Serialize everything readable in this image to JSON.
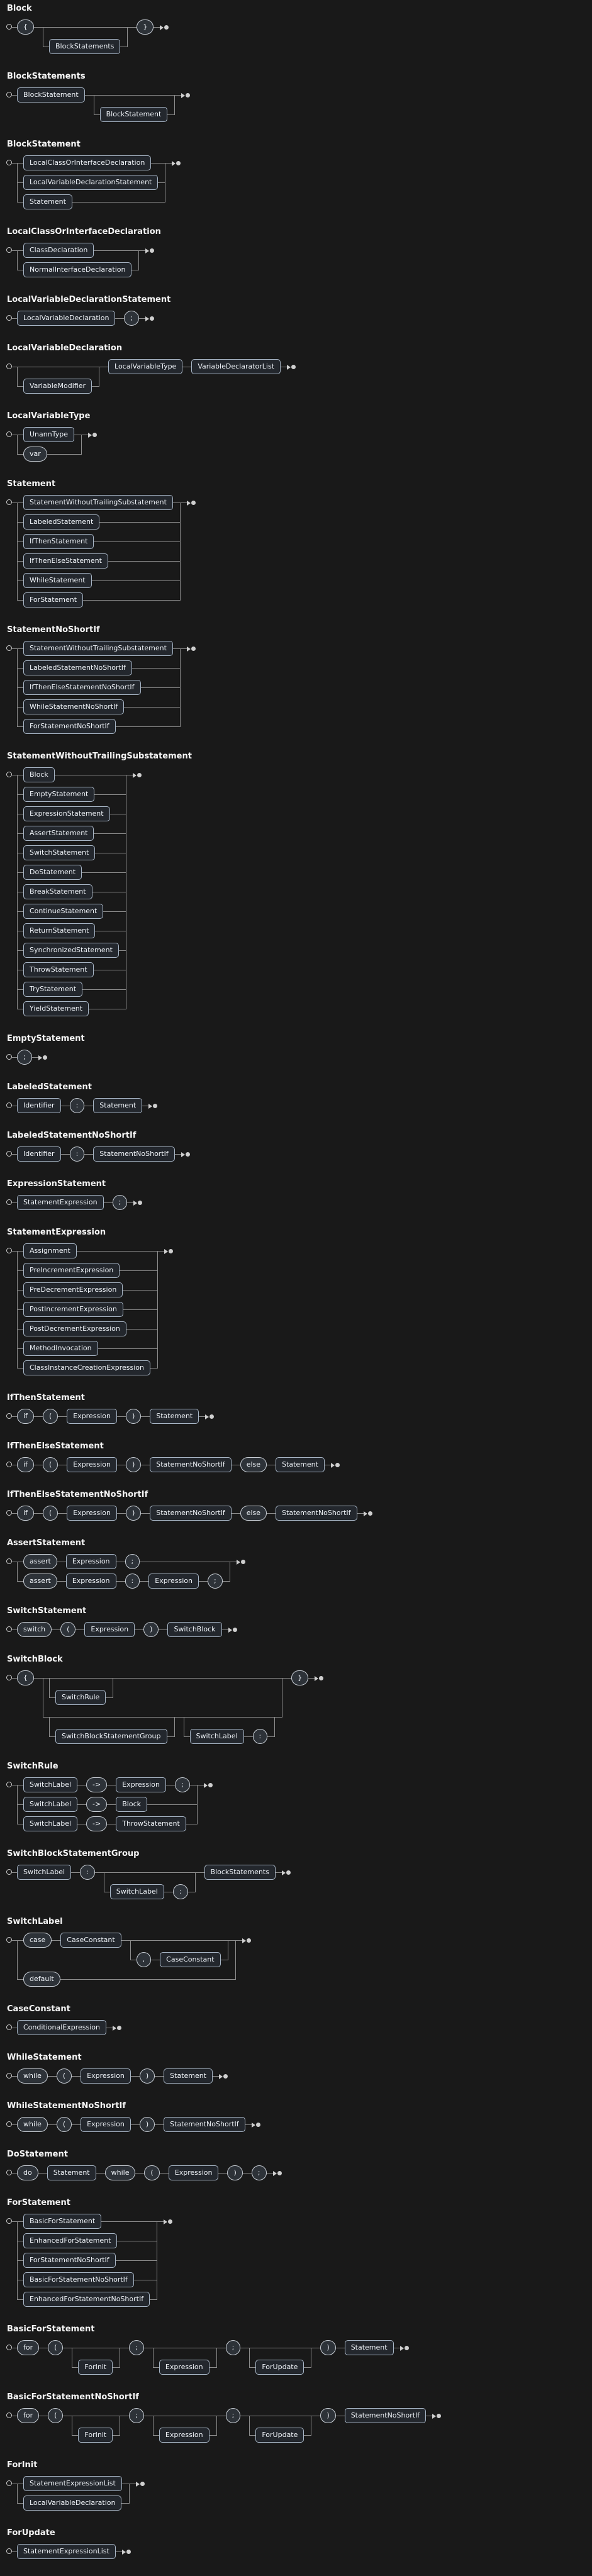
{
  "theme": {
    "bg": "#191919",
    "line": "#8d8d8d",
    "title": "#f5f5f5",
    "nt-border": "#a8b6c6",
    "nt-bg": "#23272d",
    "t-border": "#c9cfd6",
    "t-bg": "#2d3238",
    "text": "#eef2f7",
    "marker": "#cfcfcf"
  },
  "rules": [
    {
      "name": "Block",
      "d": {
        "seq": [
          {
            "t": "{"
          },
          {
            "opt": {
              "nt": "BlockStatements"
            }
          },
          {
            "t": "}"
          }
        ]
      }
    },
    {
      "name": "BlockStatements",
      "d": {
        "seq": [
          {
            "nt": "BlockStatement"
          },
          {
            "rep": {
              "nt": "BlockStatement"
            }
          }
        ]
      }
    },
    {
      "name": "BlockStatement",
      "d": {
        "or": [
          {
            "nt": "LocalClassOrInterfaceDeclaration"
          },
          {
            "nt": "LocalVariableDeclarationStatement"
          },
          {
            "nt": "Statement"
          }
        ]
      }
    },
    {
      "name": "LocalClassOrInterfaceDeclaration",
      "d": {
        "or": [
          {
            "nt": "ClassDeclaration"
          },
          {
            "nt": "NormalInterfaceDeclaration"
          }
        ]
      }
    },
    {
      "name": "LocalVariableDeclarationStatement",
      "d": {
        "seq": [
          {
            "nt": "LocalVariableDeclaration"
          },
          {
            "t": ";"
          }
        ]
      }
    },
    {
      "name": "LocalVariableDeclaration",
      "d": {
        "seq": [
          {
            "rep": {
              "nt": "VariableModifier"
            }
          },
          {
            "nt": "LocalVariableType"
          },
          {
            "nt": "VariableDeclaratorList"
          }
        ]
      }
    },
    {
      "name": "LocalVariableType",
      "d": {
        "or": [
          {
            "nt": "UnannType"
          },
          {
            "t": "var"
          }
        ]
      }
    },
    {
      "name": "Statement",
      "d": {
        "or": [
          {
            "nt": "StatementWithoutTrailingSubstatement"
          },
          {
            "nt": "LabeledStatement"
          },
          {
            "nt": "IfThenStatement"
          },
          {
            "nt": "IfThenElseStatement"
          },
          {
            "nt": "WhileStatement"
          },
          {
            "nt": "ForStatement"
          }
        ]
      }
    },
    {
      "name": "StatementNoShortIf",
      "d": {
        "or": [
          {
            "nt": "StatementWithoutTrailingSubstatement"
          },
          {
            "nt": "LabeledStatementNoShortIf"
          },
          {
            "nt": "IfThenElseStatementNoShortIf"
          },
          {
            "nt": "WhileStatementNoShortIf"
          },
          {
            "nt": "ForStatementNoShortIf"
          }
        ]
      }
    },
    {
      "name": "StatementWithoutTrailingSubstatement",
      "d": {
        "or": [
          {
            "nt": "Block"
          },
          {
            "nt": "EmptyStatement"
          },
          {
            "nt": "ExpressionStatement"
          },
          {
            "nt": "AssertStatement"
          },
          {
            "nt": "SwitchStatement"
          },
          {
            "nt": "DoStatement"
          },
          {
            "nt": "BreakStatement"
          },
          {
            "nt": "ContinueStatement"
          },
          {
            "nt": "ReturnStatement"
          },
          {
            "nt": "SynchronizedStatement"
          },
          {
            "nt": "ThrowStatement"
          },
          {
            "nt": "TryStatement"
          },
          {
            "nt": "YieldStatement"
          }
        ]
      }
    },
    {
      "name": "EmptyStatement",
      "d": {
        "seq": [
          {
            "t": ";"
          }
        ]
      }
    },
    {
      "name": "LabeledStatement",
      "d": {
        "seq": [
          {
            "nt": "Identifier"
          },
          {
            "t": ":"
          },
          {
            "nt": "Statement"
          }
        ]
      }
    },
    {
      "name": "LabeledStatementNoShortIf",
      "d": {
        "seq": [
          {
            "nt": "Identifier"
          },
          {
            "t": ":"
          },
          {
            "nt": "StatementNoShortIf"
          }
        ]
      }
    },
    {
      "name": "ExpressionStatement",
      "d": {
        "seq": [
          {
            "nt": "StatementExpression"
          },
          {
            "t": ";"
          }
        ]
      }
    },
    {
      "name": "StatementExpression",
      "d": {
        "or": [
          {
            "nt": "Assignment"
          },
          {
            "nt": "PreIncrementExpression"
          },
          {
            "nt": "PreDecrementExpression"
          },
          {
            "nt": "PostIncrementExpression"
          },
          {
            "nt": "PostDecrementExpression"
          },
          {
            "nt": "MethodInvocation"
          },
          {
            "nt": "ClassInstanceCreationExpression"
          }
        ]
      }
    },
    {
      "name": "IfThenStatement",
      "d": {
        "seq": [
          {
            "t": "if"
          },
          {
            "t": "("
          },
          {
            "nt": "Expression"
          },
          {
            "t": ")"
          },
          {
            "nt": "Statement"
          }
        ]
      }
    },
    {
      "name": "IfThenElseStatement",
      "d": {
        "seq": [
          {
            "t": "if"
          },
          {
            "t": "("
          },
          {
            "nt": "Expression"
          },
          {
            "t": ")"
          },
          {
            "nt": "StatementNoShortIf"
          },
          {
            "t": "else"
          },
          {
            "nt": "Statement"
          }
        ]
      }
    },
    {
      "name": "IfThenElseStatementNoShortIf",
      "d": {
        "seq": [
          {
            "t": "if"
          },
          {
            "t": "("
          },
          {
            "nt": "Expression"
          },
          {
            "t": ")"
          },
          {
            "nt": "StatementNoShortIf"
          },
          {
            "t": "else"
          },
          {
            "nt": "StatementNoShortIf"
          }
        ]
      }
    },
    {
      "name": "AssertStatement",
      "d": {
        "or": [
          {
            "seq": [
              {
                "t": "assert"
              },
              {
                "nt": "Expression"
              },
              {
                "t": ";"
              }
            ]
          },
          {
            "seq": [
              {
                "t": "assert"
              },
              {
                "nt": "Expression"
              },
              {
                "t": ":"
              },
              {
                "nt": "Expression"
              },
              {
                "t": ";"
              }
            ]
          }
        ]
      }
    },
    {
      "name": "SwitchStatement",
      "d": {
        "seq": [
          {
            "t": "switch"
          },
          {
            "t": "("
          },
          {
            "nt": "Expression"
          },
          {
            "t": ")"
          },
          {
            "nt": "SwitchBlock"
          }
        ]
      }
    },
    {
      "name": "SwitchBlock",
      "d": {
        "seq": [
          {
            "t": "{"
          },
          {
            "or": [
              {
                "rep": {
                  "nt": "SwitchRule"
                }
              },
              {
                "seq": [
                  {
                    "rep": {
                      "nt": "SwitchBlockStatementGroup"
                    }
                  },
                  {
                    "rep": {
                      "seq": [
                        {
                          "nt": "SwitchLabel"
                        },
                        {
                          "t": ":"
                        }
                      ]
                    }
                  }
                ]
              }
            ]
          },
          {
            "t": "}"
          }
        ]
      }
    },
    {
      "name": "SwitchRule",
      "d": {
        "or": [
          {
            "seq": [
              {
                "nt": "SwitchLabel"
              },
              {
                "t": "->"
              },
              {
                "nt": "Expression"
              },
              {
                "t": ";"
              }
            ]
          },
          {
            "seq": [
              {
                "nt": "SwitchLabel"
              },
              {
                "t": "->"
              },
              {
                "nt": "Block"
              }
            ]
          },
          {
            "seq": [
              {
                "nt": "SwitchLabel"
              },
              {
                "t": "->"
              },
              {
                "nt": "ThrowStatement"
              }
            ]
          }
        ]
      }
    },
    {
      "name": "SwitchBlockStatementGroup",
      "d": {
        "seq": [
          {
            "nt": "SwitchLabel"
          },
          {
            "t": ":"
          },
          {
            "rep": {
              "seq": [
                {
                  "nt": "SwitchLabel"
                },
                {
                  "t": ":"
                }
              ]
            }
          },
          {
            "nt": "BlockStatements"
          }
        ]
      }
    },
    {
      "name": "SwitchLabel",
      "d": {
        "or": [
          {
            "seq": [
              {
                "t": "case"
              },
              {
                "nt": "CaseConstant"
              },
              {
                "rep": {
                  "seq": [
                    {
                      "t": ","
                    },
                    {
                      "nt": "CaseConstant"
                    }
                  ]
                }
              }
            ]
          },
          {
            "t": "default"
          }
        ]
      }
    },
    {
      "name": "CaseConstant",
      "d": {
        "seq": [
          {
            "nt": "ConditionalExpression"
          }
        ]
      }
    },
    {
      "name": "WhileStatement",
      "d": {
        "seq": [
          {
            "t": "while"
          },
          {
            "t": "("
          },
          {
            "nt": "Expression"
          },
          {
            "t": ")"
          },
          {
            "nt": "Statement"
          }
        ]
      }
    },
    {
      "name": "WhileStatementNoShortIf",
      "d": {
        "seq": [
          {
            "t": "while"
          },
          {
            "t": "("
          },
          {
            "nt": "Expression"
          },
          {
            "t": ")"
          },
          {
            "nt": "StatementNoShortIf"
          }
        ]
      }
    },
    {
      "name": "DoStatement",
      "d": {
        "seq": [
          {
            "t": "do"
          },
          {
            "nt": "Statement"
          },
          {
            "t": "while"
          },
          {
            "t": "("
          },
          {
            "nt": "Expression"
          },
          {
            "t": ")"
          },
          {
            "t": ";"
          }
        ]
      }
    },
    {
      "name": "ForStatement",
      "d": {
        "or": [
          {
            "nt": "BasicForStatement"
          },
          {
            "nt": "EnhancedForStatement"
          },
          {
            "nt": "ForStatementNoShortIf"
          },
          {
            "nt": "BasicForStatementNoShortIf"
          },
          {
            "nt": "EnhancedForStatementNoShortIf"
          }
        ]
      }
    },
    {
      "name": "BasicForStatement",
      "d": {
        "seq": [
          {
            "t": "for"
          },
          {
            "t": "("
          },
          {
            "opt": {
              "nt": "ForInit"
            }
          },
          {
            "t": ";"
          },
          {
            "opt": {
              "nt": "Expression"
            }
          },
          {
            "t": ";"
          },
          {
            "opt": {
              "nt": "ForUpdate"
            }
          },
          {
            "t": ")"
          },
          {
            "nt": "Statement"
          }
        ]
      }
    },
    {
      "name": "BasicForStatementNoShortIf",
      "d": {
        "seq": [
          {
            "t": "for"
          },
          {
            "t": "("
          },
          {
            "opt": {
              "nt": "ForInit"
            }
          },
          {
            "t": ";"
          },
          {
            "opt": {
              "nt": "Expression"
            }
          },
          {
            "t": ";"
          },
          {
            "opt": {
              "nt": "ForUpdate"
            }
          },
          {
            "t": ")"
          },
          {
            "nt": "StatementNoShortIf"
          }
        ]
      }
    },
    {
      "name": "ForInit",
      "d": {
        "or": [
          {
            "nt": "StatementExpressionList"
          },
          {
            "nt": "LocalVariableDeclaration"
          }
        ]
      }
    },
    {
      "name": "ForUpdate",
      "d": {
        "seq": [
          {
            "nt": "StatementExpressionList"
          }
        ]
      }
    }
  ]
}
